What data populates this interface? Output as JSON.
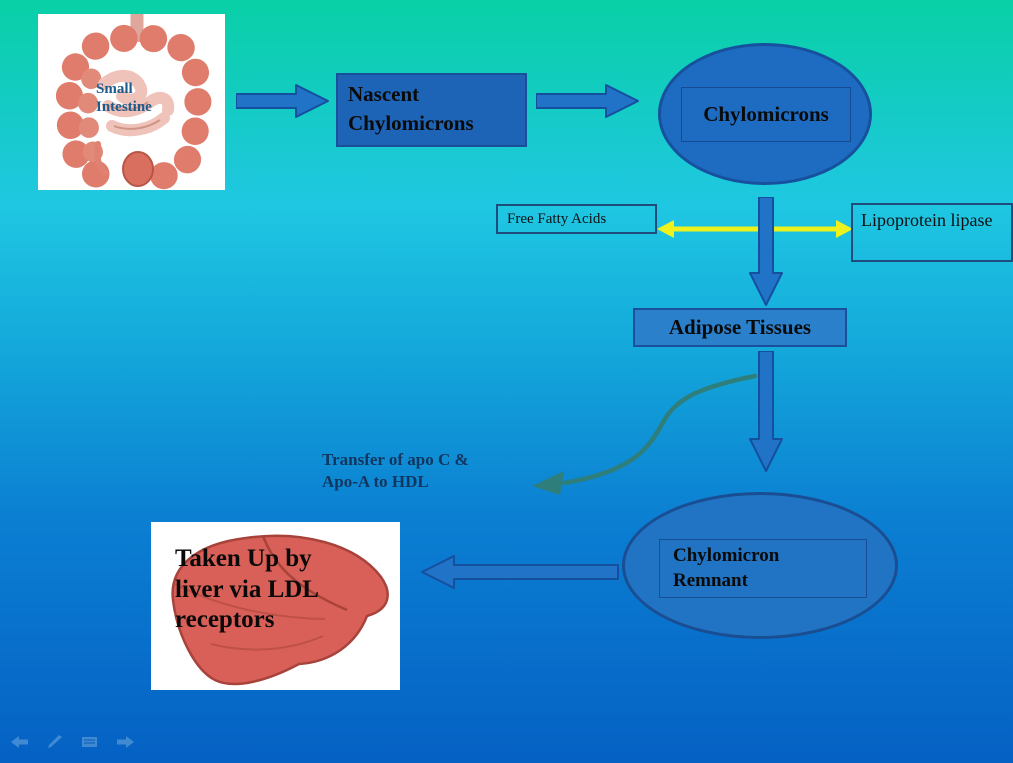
{
  "background": {
    "top_color": "#09D0A6",
    "mid_color": "#1FC7E2",
    "bottom_color": "#0561C4"
  },
  "nodes": {
    "small_intestine": {
      "label": "Small Intestine"
    },
    "nascent_chylomicrons": {
      "label": "Nascent Chylomicrons"
    },
    "chylomicrons": {
      "label": "Chylomicrons"
    },
    "free_fatty_acids": {
      "label": "Free Fatty Acids"
    },
    "lipoprotein_lipase": {
      "label": "Lipoprotein lipase"
    },
    "adipose_tissues": {
      "label": "Adipose Tissues"
    },
    "transfer_note": {
      "label": "Transfer of apo C & Apo-A to HDL"
    },
    "chylomicron_remnant": {
      "label": "Chylomicron Remnant"
    },
    "liver_uptake": {
      "label": "Taken Up by liver via LDL receptors"
    }
  },
  "colors": {
    "box_fill": "#1E64B6",
    "ellipse_fill": "#1E6CC2",
    "flow_arrow_fill": "#2173C8",
    "flow_arrow_outline": "#15509E",
    "yellow_arrow": "#EEF21C",
    "curve_arrow": "#2E7E7B",
    "outline_box_border": "#1E4D7B",
    "intestine_text": "#1D5B8C"
  },
  "toolbar": {
    "icons": [
      "previous-slide",
      "pen",
      "slide-menu",
      "next-slide"
    ]
  }
}
